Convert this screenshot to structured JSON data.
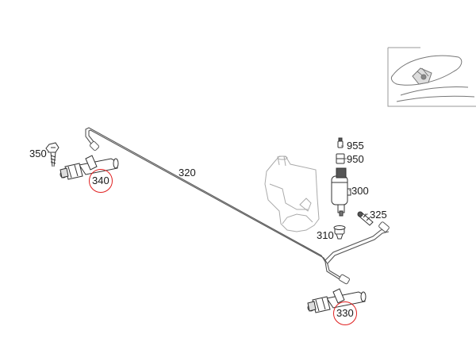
{
  "diagram": {
    "part_labels": [
      {
        "id": "955",
        "text": "955"
      },
      {
        "id": "950",
        "text": "950"
      },
      {
        "id": "300",
        "text": "300"
      },
      {
        "id": "325",
        "text": "325"
      },
      {
        "id": "310",
        "text": "310"
      },
      {
        "id": "320",
        "text": "320"
      },
      {
        "id": "350",
        "text": "350"
      },
      {
        "id": "340",
        "text": "340",
        "highlighted": true
      },
      {
        "id": "330",
        "text": "330",
        "highlighted": true
      }
    ],
    "highlight_color": "#e02020",
    "line_color": "#555555"
  }
}
